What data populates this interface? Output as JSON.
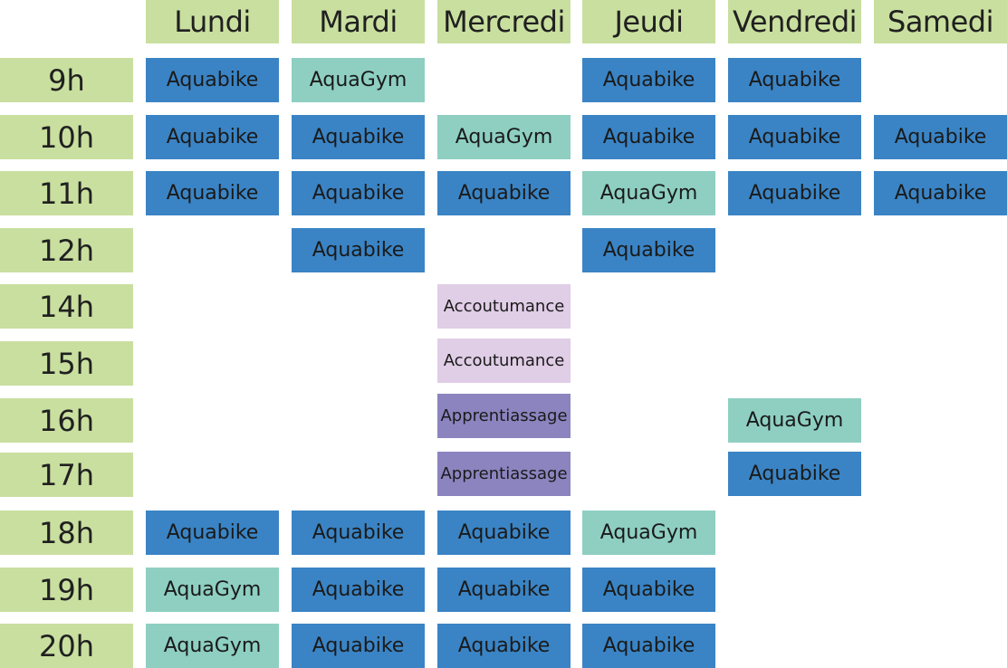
{
  "days": [
    "Lundi",
    "Mardi",
    "Mercredi",
    "Jeudi",
    "Vendredi",
    "Samedi"
  ],
  "hours": [
    "9h",
    "10h",
    "11h",
    "12h",
    "14h",
    "15h",
    "16h",
    "17h",
    "18h",
    "19h",
    "20h"
  ],
  "activity_colors": {
    "Aquabike": "#3a84c5",
    "AquaGym": "#8ecfc2",
    "Accoutumance": "#e0cde6",
    "Apprentiassage": "#8b84bf"
  },
  "schedule": [
    [
      "Aquabike",
      "AquaGym",
      "",
      "Aquabike",
      "Aquabike",
      ""
    ],
    [
      "Aquabike",
      "Aquabike",
      "AquaGym",
      "Aquabike",
      "Aquabike",
      "Aquabike"
    ],
    [
      "Aquabike",
      "Aquabike",
      "Aquabike",
      "AquaGym",
      "Aquabike",
      "Aquabike"
    ],
    [
      "",
      "Aquabike",
      "",
      "Aquabike",
      "",
      ""
    ],
    [
      "",
      "",
      "Accoutumance",
      "",
      "",
      ""
    ],
    [
      "",
      "",
      "Accoutumance",
      "",
      "",
      ""
    ],
    [
      "",
      "",
      "Apprentiassage",
      "",
      "AquaGym",
      ""
    ],
    [
      "",
      "",
      "Apprentiassage",
      "",
      "Aquabike",
      ""
    ],
    [
      "Aquabike",
      "Aquabike",
      "Aquabike",
      "AquaGym",
      "",
      ""
    ],
    [
      "AquaGym",
      "Aquabike",
      "Aquabike",
      "Aquabike",
      "",
      ""
    ],
    [
      "AquaGym",
      "Aquabike",
      "Aquabike",
      "Aquabike",
      "",
      ""
    ]
  ]
}
